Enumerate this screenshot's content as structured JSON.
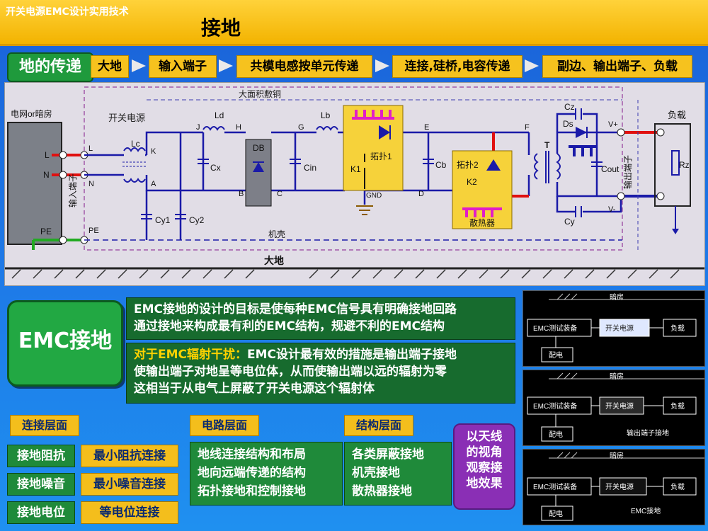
{
  "header": {
    "course": "开关电源EMC设计实用技术",
    "title": "接地"
  },
  "flow": {
    "main": "地的传递",
    "steps": [
      "大地",
      "输入端子",
      "共模电感按单元传递",
      "连接,硅桥,电容传递",
      "副边、输出端子、负载"
    ]
  },
  "circuit": {
    "top_label": "大面积敷铜",
    "left_source": "电网or暗房",
    "psu": "开关电源",
    "load": "负载",
    "input_terminal": "输入端子",
    "output_terminal": "输出端子",
    "chassis": "机壳",
    "earth": "大地",
    "line_L": "L",
    "line_N": "N",
    "line_PE": "PE",
    "lc": "Lc",
    "ld": "Ld",
    "lb": "Lb",
    "node_K": "K",
    "node_A": "A",
    "node_J": "J",
    "node_H": "H",
    "node_B": "B",
    "node_C": "C",
    "node_G": "G",
    "node_E": "E",
    "node_D": "D",
    "node_F": "F",
    "cx": "Cx",
    "cin": "Cin",
    "cb": "Cb",
    "cy1": "Cy1",
    "cy2": "Cy2",
    "db": "DB",
    "k1": "K1",
    "k2": "K2",
    "topo1": "拓扑1",
    "topo2": "拓扑2",
    "gnd": "GND",
    "heatsink": "散热器",
    "t": "T",
    "ds": "Ds",
    "cz": "Cz",
    "cy": "Cy",
    "cout": "Cout",
    "vplus": "V+",
    "vminus": "V-",
    "rz": "Rz"
  },
  "emc": {
    "badge": "EMC接地",
    "goal_line1": "EMC接地的设计的目标是使每种EMC信号具有明确接地回路",
    "goal_line2": "通过接地来构成最有利的EMC结构，规避不利的EMC结构",
    "rad_highlight": "对于EMC辐射干扰：",
    "rad_line1_rest": "EMC设计最有效的措施是输出端子接地",
    "rad_line2": "使输出端子对地呈等电位体，从而使输出端以远的辐射为零",
    "rad_line3": "这相当于从电气上屏蔽了开关电源这个辐射体"
  },
  "levels": {
    "connection": {
      "title": "连接层面",
      "rows": [
        {
          "label": "接地阻抗",
          "value": "最小阻抗连接"
        },
        {
          "label": "接地噪音",
          "value": "最小噪音连接"
        },
        {
          "label": "接地电位",
          "value": "等电位连接"
        }
      ]
    },
    "circuit": {
      "title": "电路层面",
      "lines": [
        "地线连接结构和布局",
        "地向远端传递的结构",
        "拓扑接地和控制接地"
      ]
    },
    "structure": {
      "title": "结构层面",
      "lines": [
        "各类屏蔽接地",
        "机壳接地",
        "散热器接地"
      ]
    }
  },
  "callout": {
    "lines": [
      "以天线",
      "的视角",
      "观察接",
      "地效果"
    ]
  },
  "panels": [
    {
      "room": "暗房",
      "equip": "EMC测试装备",
      "psu": "开关电源",
      "load": "负载",
      "mains": "配电",
      "caption": ""
    },
    {
      "room": "暗房",
      "equip": "EMC测试装备",
      "psu": "开关电源",
      "load": "负载",
      "mains": "配电",
      "caption": "输出端子接地"
    },
    {
      "room": "暗房",
      "equip": "EMC测试装备",
      "psu": "开关电源",
      "load": "负载",
      "mains": "配电",
      "caption": "EMC接地"
    }
  ],
  "colors": {
    "accent_yellow": "#f4be1c",
    "green": "#1f8a3a",
    "purple": "#8a2fb5",
    "blue_bg": "#1e7be8"
  }
}
